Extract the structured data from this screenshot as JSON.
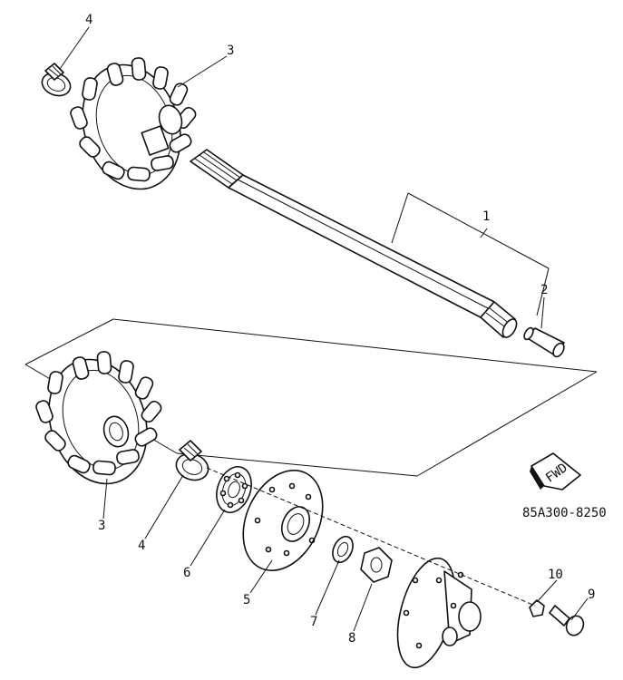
{
  "callouts": {
    "c1": "1",
    "c2": "2",
    "c3_upper": "3",
    "c3_lower": "3",
    "c4_upper": "4",
    "c4_lower": "4",
    "c5": "5",
    "c6": "6",
    "c7": "7",
    "c8": "8",
    "c9": "9",
    "c10": "10"
  },
  "fwd_badge": "FWD",
  "drawing_code": "85A300-8250"
}
